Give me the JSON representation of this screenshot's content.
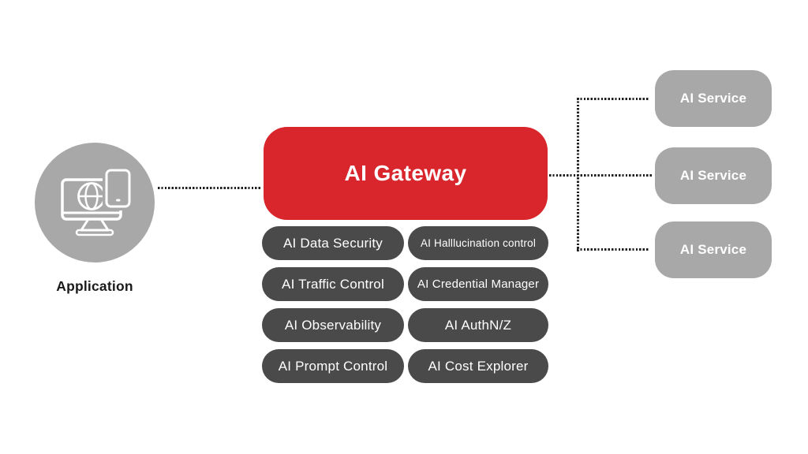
{
  "colors": {
    "background": "#ffffff",
    "accent_red": "#D8262C",
    "node_gray": "#A9A8A8",
    "pill_dark": "#4A4A4A",
    "connector": "#1F1F1F",
    "text_light": "#ffffff",
    "text_dark": "#1A1A1A"
  },
  "application": {
    "label": "Application",
    "icon": "computer-and-phone-icon"
  },
  "gateway": {
    "title": "AI Gateway",
    "pills": [
      "AI Data Security",
      "AI Halllucination control",
      "AI Traffic Control",
      "AI Credential Manager",
      "AI Observability",
      "AI AuthN/Z",
      "AI Prompt Control",
      "AI Cost Explorer"
    ]
  },
  "services": [
    "AI Service",
    "AI Service",
    "AI Service"
  ]
}
